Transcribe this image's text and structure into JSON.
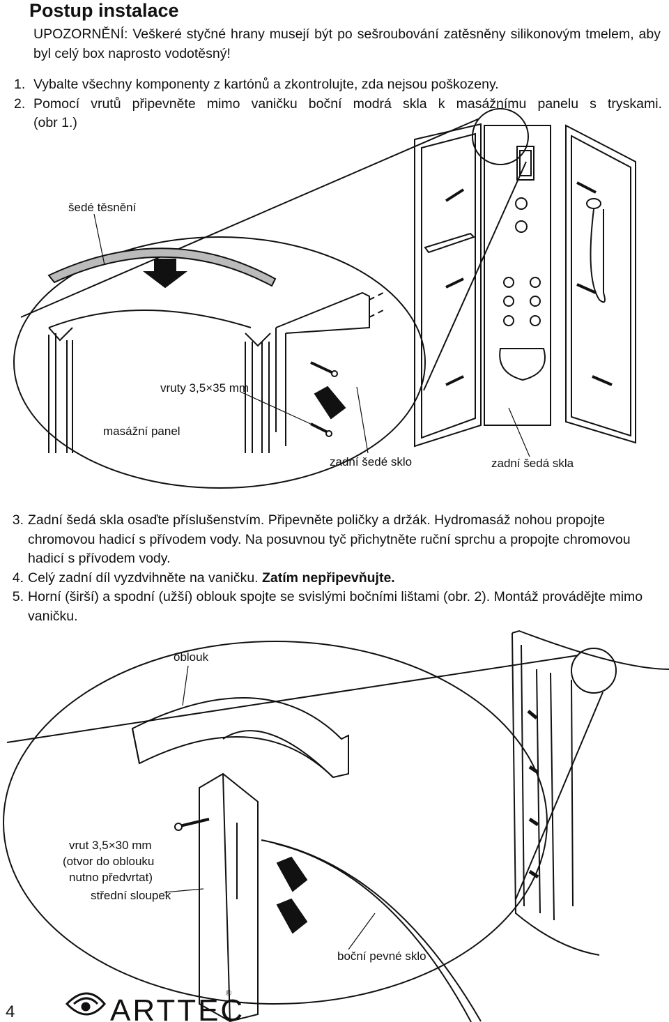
{
  "title": "Postup instalace",
  "note": "UPOZORNĚNÍ: Veškeré styčné hrany musejí být po sešroubování zatěsněny silikonovým tmelem, aby byl celý box naprosto vodotěsný!",
  "steps_a": [
    {
      "num": "1.",
      "text": "Vybalte všechny komponenty z kartónů a zkontrolujte, zda nejsou poškozeny."
    },
    {
      "num": "2.",
      "text": "Pomocí vrutů připevněte mimo vaničku boční modrá skla k masážnímu panelu s tryskami."
    },
    {
      "num": "",
      "text": "(obr 1.)"
    }
  ],
  "figure1": {
    "label_seal": "šedé těsnění",
    "label_screws": "vruty 3,5×35 mm",
    "label_panel": "masážní panel",
    "label_rear_glass": "zadní šedé sklo",
    "label_rear_glasses": "zadní šedá skla"
  },
  "steps_b": [
    {
      "num": "3.",
      "text": "Zadní šedá skla osaďte příslušenstvím. Připevněte poličky a držák. Hydromasáž nohou propojte chromovou hadicí s přívodem vody. Na posuvnou tyč přichytněte ruční sprchu a propojte chromovou hadicí s přívodem vody."
    },
    {
      "num": "4.",
      "text": "Celý zadní díl vyzdvihněte na vaničku. ",
      "bold": "Zatím nepřipevňujte."
    },
    {
      "num": "5.",
      "text": "Horní (širší) a spodní (užší) oblouk spojte se svislými bočními lištami (obr. 2). Montáž provádějte mimo vaničku."
    }
  ],
  "figure2": {
    "label_arc": "oblouk",
    "label_screw_1": "vrut 3,5×30 mm",
    "label_screw_2": "(otvor do oblouku",
    "label_screw_3": "nutno předvrtat)",
    "label_column": "střední sloupek",
    "label_side_glass": "boční pevné sklo"
  },
  "footer": {
    "page_number": "4",
    "brand": "ARTTEC",
    "registered": "®"
  }
}
